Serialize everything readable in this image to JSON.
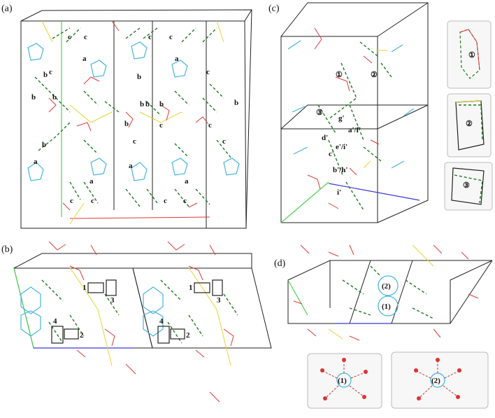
{
  "panels": {
    "a": {
      "letter": "(a)",
      "labels": [
        "c",
        "c",
        "c",
        "c",
        "a",
        "a",
        "c",
        "c",
        "b",
        "b",
        "b",
        "b",
        "b",
        "b",
        "b",
        "b",
        "c",
        "c",
        "c",
        "c",
        "b",
        "b",
        "a",
        "a",
        "a",
        "a",
        "c",
        "c",
        "c",
        "c"
      ]
    },
    "b": {
      "letter": "(b)",
      "labels": [
        "1",
        "3",
        "4",
        "2",
        "1",
        "3",
        "4",
        "2"
      ]
    },
    "c": {
      "letter": "(c)",
      "labels": [
        "①",
        "②",
        "③",
        "g'",
        "d'",
        "a'/f'",
        "c'",
        "e'/i'",
        "b'/h'",
        "i'"
      ],
      "insets": [
        "①",
        "②",
        "③"
      ]
    },
    "d": {
      "letter": "(d)",
      "labels": [
        "(2)",
        "(1)"
      ],
      "insets": [
        "(1)",
        "(2)"
      ]
    }
  },
  "colors": {
    "hbond": "#1f7a1f",
    "oxygen": "#e03a3a",
    "yellow": "#e6d430",
    "ring": "#46b3e0",
    "cell": "#222222"
  }
}
